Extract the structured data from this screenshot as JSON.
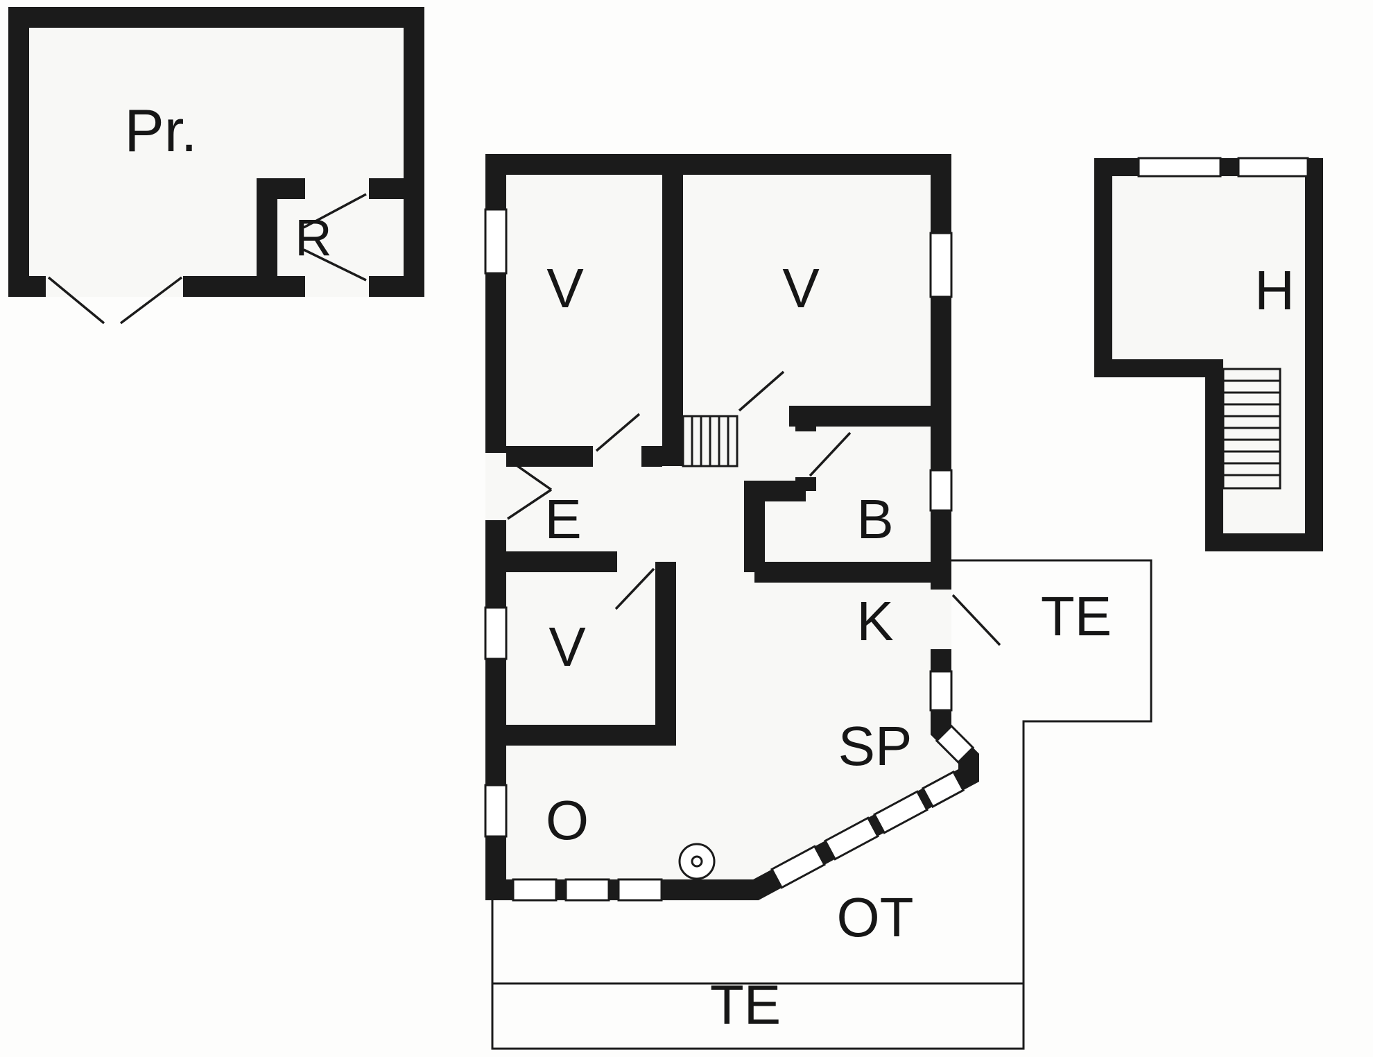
{
  "colors": {
    "wall": "#1b1b1b",
    "floor": "#f8f8f6",
    "background": "#fdfdfc"
  },
  "annex": {
    "label_pr": "Pr.",
    "label_r": "R"
  },
  "house": {
    "label_v1": "V",
    "label_v2": "V",
    "label_e": "E",
    "label_b": "B",
    "label_k": "K",
    "label_v3": "V",
    "label_sp": "SP",
    "label_o": "O"
  },
  "terraces": {
    "label_te_right": "TE",
    "label_ot": "OT",
    "label_te_bottom": "TE"
  },
  "outbuilding": {
    "label_h": "H"
  }
}
